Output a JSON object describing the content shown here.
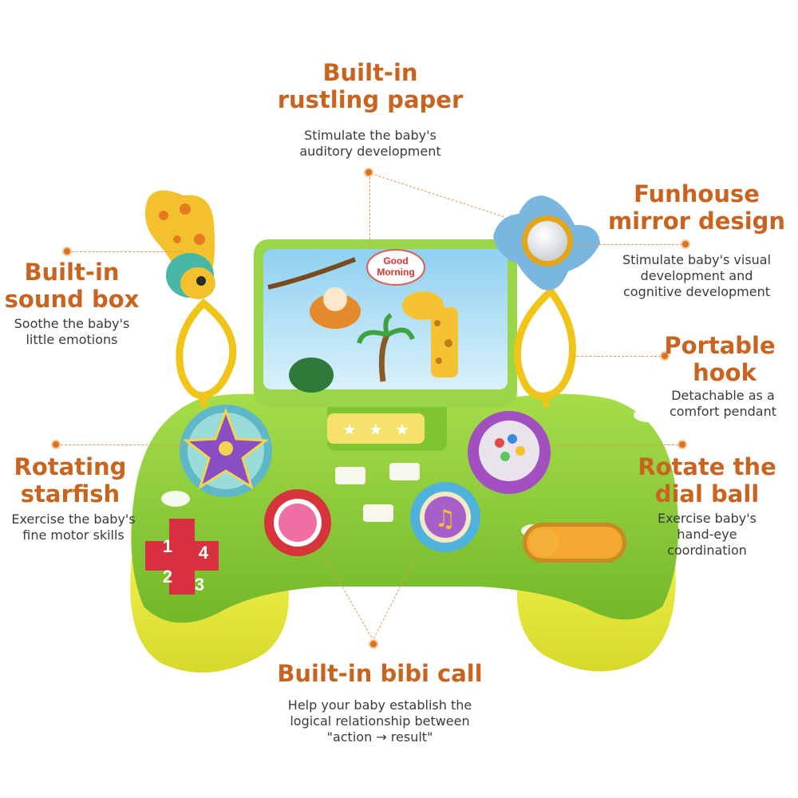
{
  "features": {
    "rustling_paper": {
      "title_line1": "Built-in",
      "title_line2": "rustling paper",
      "desc_line1": "Stimulate the baby's",
      "desc_line2": "auditory development"
    },
    "funhouse_mirror": {
      "title_line1": "Funhouse",
      "title_line2": "mirror design",
      "desc_line1": "Stimulate baby's visual",
      "desc_line2": "development and",
      "desc_line3": "cognitive development"
    },
    "sound_box": {
      "title_line1": "Built-in",
      "title_line2": "sound box",
      "desc_line1": "Soothe the baby's",
      "desc_line2": "little emotions"
    },
    "portable_hook": {
      "title_line1": "Portable",
      "title_line2": "hook",
      "desc_line1": "Detachable as a",
      "desc_line2": "comfort pendant"
    },
    "starfish": {
      "title_line1": "Rotating",
      "title_line2": "starfish",
      "desc_line1": "Exercise the baby's",
      "desc_line2": "fine motor skills"
    },
    "dial_ball": {
      "title_line1": "Rotate the",
      "title_line2": "dial ball",
      "desc_line1": "Exercise baby's",
      "desc_line2": "hand-eye",
      "desc_line3": "coordination"
    },
    "bibi_call": {
      "title_line1": "Built-in bibi call",
      "desc_line1": "Help your baby establish the",
      "desc_line2": "logical relationship between",
      "desc_line3": "\"action → result\""
    }
  },
  "toy": {
    "speech_bubble_line1": "Good",
    "speech_bubble_line2": "Morning",
    "number_pad": [
      "1",
      "2",
      "3",
      "4"
    ],
    "music_icon": "music-note-icon"
  },
  "colors": {
    "title": "#c8641f",
    "body_green": "#8fd13a",
    "grip_yellow": "#e6e637"
  }
}
